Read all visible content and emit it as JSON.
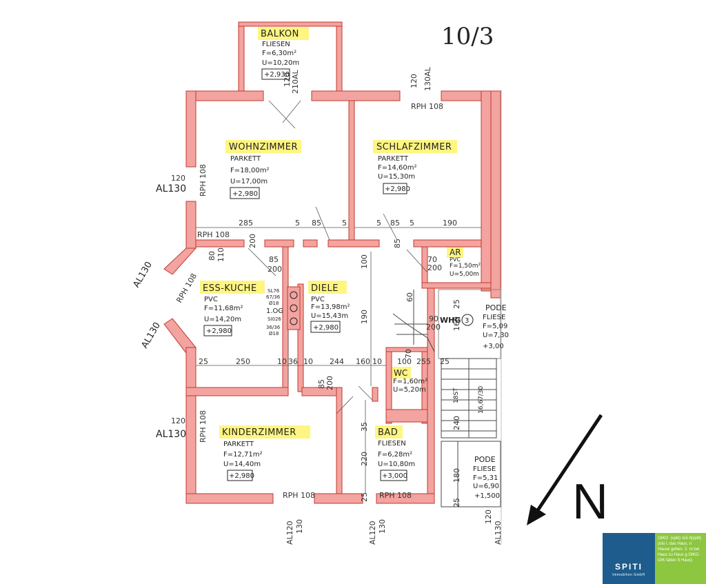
{
  "page_label": "10/3",
  "north_label": "N",
  "rooms": {
    "balkon": {
      "name": "BALKON",
      "floor": "FLIESEN",
      "area": "F=6,30m²",
      "perimeter": "U=10,20m",
      "height": "+2,930"
    },
    "wohnzimmer": {
      "name": "WOHNZIMMER",
      "floor": "PARKETT",
      "area": "F=18,00m²",
      "perimeter": "U=17,00m",
      "height": "+2,980"
    },
    "schlafzimmer": {
      "name": "SCHLAFZIMMER",
      "floor": "PARKETT",
      "area": "F=14,60m²",
      "perimeter": "U=15,30m",
      "height": "+2,980"
    },
    "ar": {
      "name": "AR",
      "floor": "PVC",
      "area": "F=1,50m²",
      "perimeter": "U=5,00m"
    },
    "esskueche": {
      "name": "ESS-KUCHE",
      "floor": "PVC",
      "area": "F=11,68m²",
      "perimeter": "U=14,20m",
      "height": "+2,980"
    },
    "diele": {
      "name": "DIELE",
      "floor": "PVC",
      "area": "F=13,98m²",
      "perimeter": "U=15,43m",
      "height": "+2,980"
    },
    "wc": {
      "name": "WC",
      "area": "F=1,60m²",
      "perimeter": "U=5,20m"
    },
    "kinderzimmer": {
      "name": "KINDERZIMMER",
      "floor": "PARKETT",
      "area": "F=12,71m²",
      "perimeter": "U=14,40m",
      "height": "+2,980"
    },
    "bad": {
      "name": "BAD",
      "floor": "FLIESEN",
      "area": "F=6,28m²",
      "perimeter": "U=10,80m",
      "height": "+3,000"
    },
    "podest1": {
      "name": "PODE",
      "floor": "FLIESE",
      "area": "F=5,09",
      "perimeter": "U=7,30",
      "height": "+3,00"
    },
    "podest2": {
      "name": "PODE",
      "floor": "FLIESE",
      "area": "F=5,31",
      "perimeter": "U=6,90",
      "height": "+1,500"
    }
  },
  "whg_label": "WHG",
  "whg_number": "3",
  "stairs_label": "18ST",
  "stairs_rise": "16,67/30",
  "shaft": {
    "l1": "SL76",
    "l2": "67/36",
    "l3": "Ø18",
    "l4": "1.OG",
    "l5": "SI026",
    "l6": "36/36",
    "l7": "Ø18"
  },
  "window_labels": {
    "rph": "RPH 108",
    "al130": "AL130",
    "v120": "120",
    "v130": "130",
    "al120": "AL120",
    "al130b": "130AL",
    "v210": "210AL"
  },
  "dimensions": {
    "d285": "285",
    "d5": "5",
    "d85": "85",
    "d190": "190",
    "d80": "80",
    "d110": "110",
    "d200": "200",
    "d25": "25",
    "d250": "250",
    "d10": "10",
    "d36": "36",
    "d244": "244",
    "d160": "160",
    "d100": "100",
    "d255": "255",
    "d70": "70",
    "d220": "220",
    "d35": "35",
    "d180": "180",
    "d240": "240",
    "d90": "90",
    "d60": "60"
  },
  "badge": {
    "name": "SPITI",
    "sub": "Immobilien GmbH",
    "text": "ΟΙΚΟ· (spiti) τοῦ δ[spiti] (oìo I. das Haus, n Hause gehen. 2. m bei Haus zu Haus g ΟΙΚΟ · ΟΙΚ falten S Haus)"
  }
}
